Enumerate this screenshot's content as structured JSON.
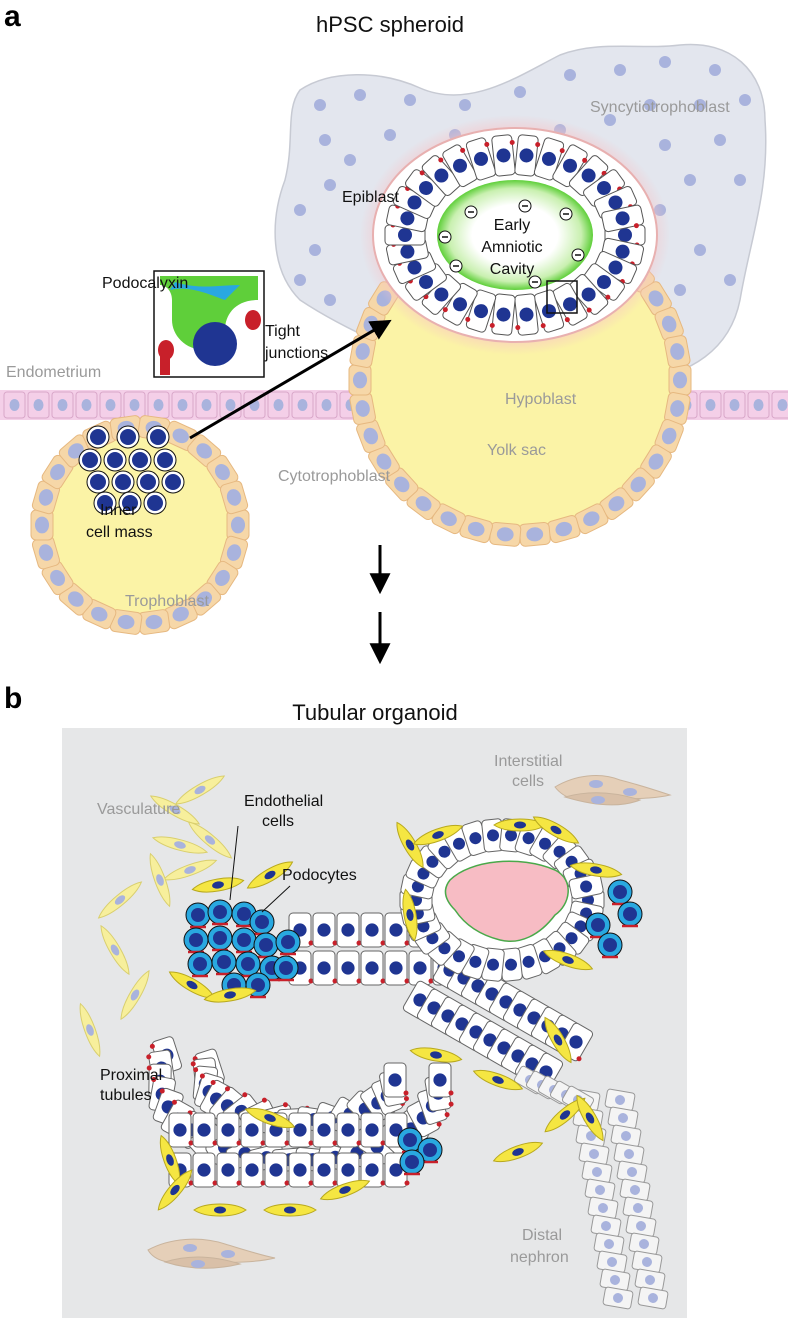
{
  "panel_a": {
    "letter": "a",
    "title": "hPSC spheroid",
    "labels": {
      "syncytiotrophoblast": "Syncytiotrophoblast",
      "epiblast": "Epiblast",
      "cavity_line1": "Early",
      "cavity_line2": "Amniotic",
      "cavity_line3": "Cavity",
      "podocalyxin": "Podocalyxin",
      "tight_line1": "Tight",
      "tight_line2": "junctions",
      "endometrium": "Endometrium",
      "hypoblast": "Hypoblast",
      "yolk_sac": "Yolk sac",
      "cytotrophoblast": "Cytotrophoblast",
      "icm_line1": "Inner",
      "icm_line2": "cell mass",
      "trophoblast": "Trophoblast"
    }
  },
  "panel_b": {
    "letter": "b",
    "title": "Tubular organoid",
    "labels": {
      "interstitial_line1": "Interstitial",
      "interstitial_line2": "cells",
      "vasculature": "Vasculature",
      "endothelial_line1": "Endothelial",
      "endothelial_line2": "cells",
      "podocytes": "Podocytes",
      "proximal_line1": "Proximal",
      "proximal_line2": "tubules",
      "distal_line1": "Distal",
      "distal_line2": "nephron"
    }
  },
  "colors": {
    "yolk": "#fbf3a6",
    "trophoblast": "#f6d7a8",
    "syncytio": "#e3e6ee",
    "nucleus_light": "#a9b3dd",
    "nucleus_dark": "#1f3592",
    "endometrium": "#f4cfe8",
    "lumen_green": "#5fcf3a",
    "lumen_pink": "#f7bcc4",
    "podocyte_blue": "#29a8e0",
    "endothelial_yellow": "#f5e642",
    "tight_junction_red": "#c8202a",
    "organoid_bg": "#e6e7e8"
  }
}
